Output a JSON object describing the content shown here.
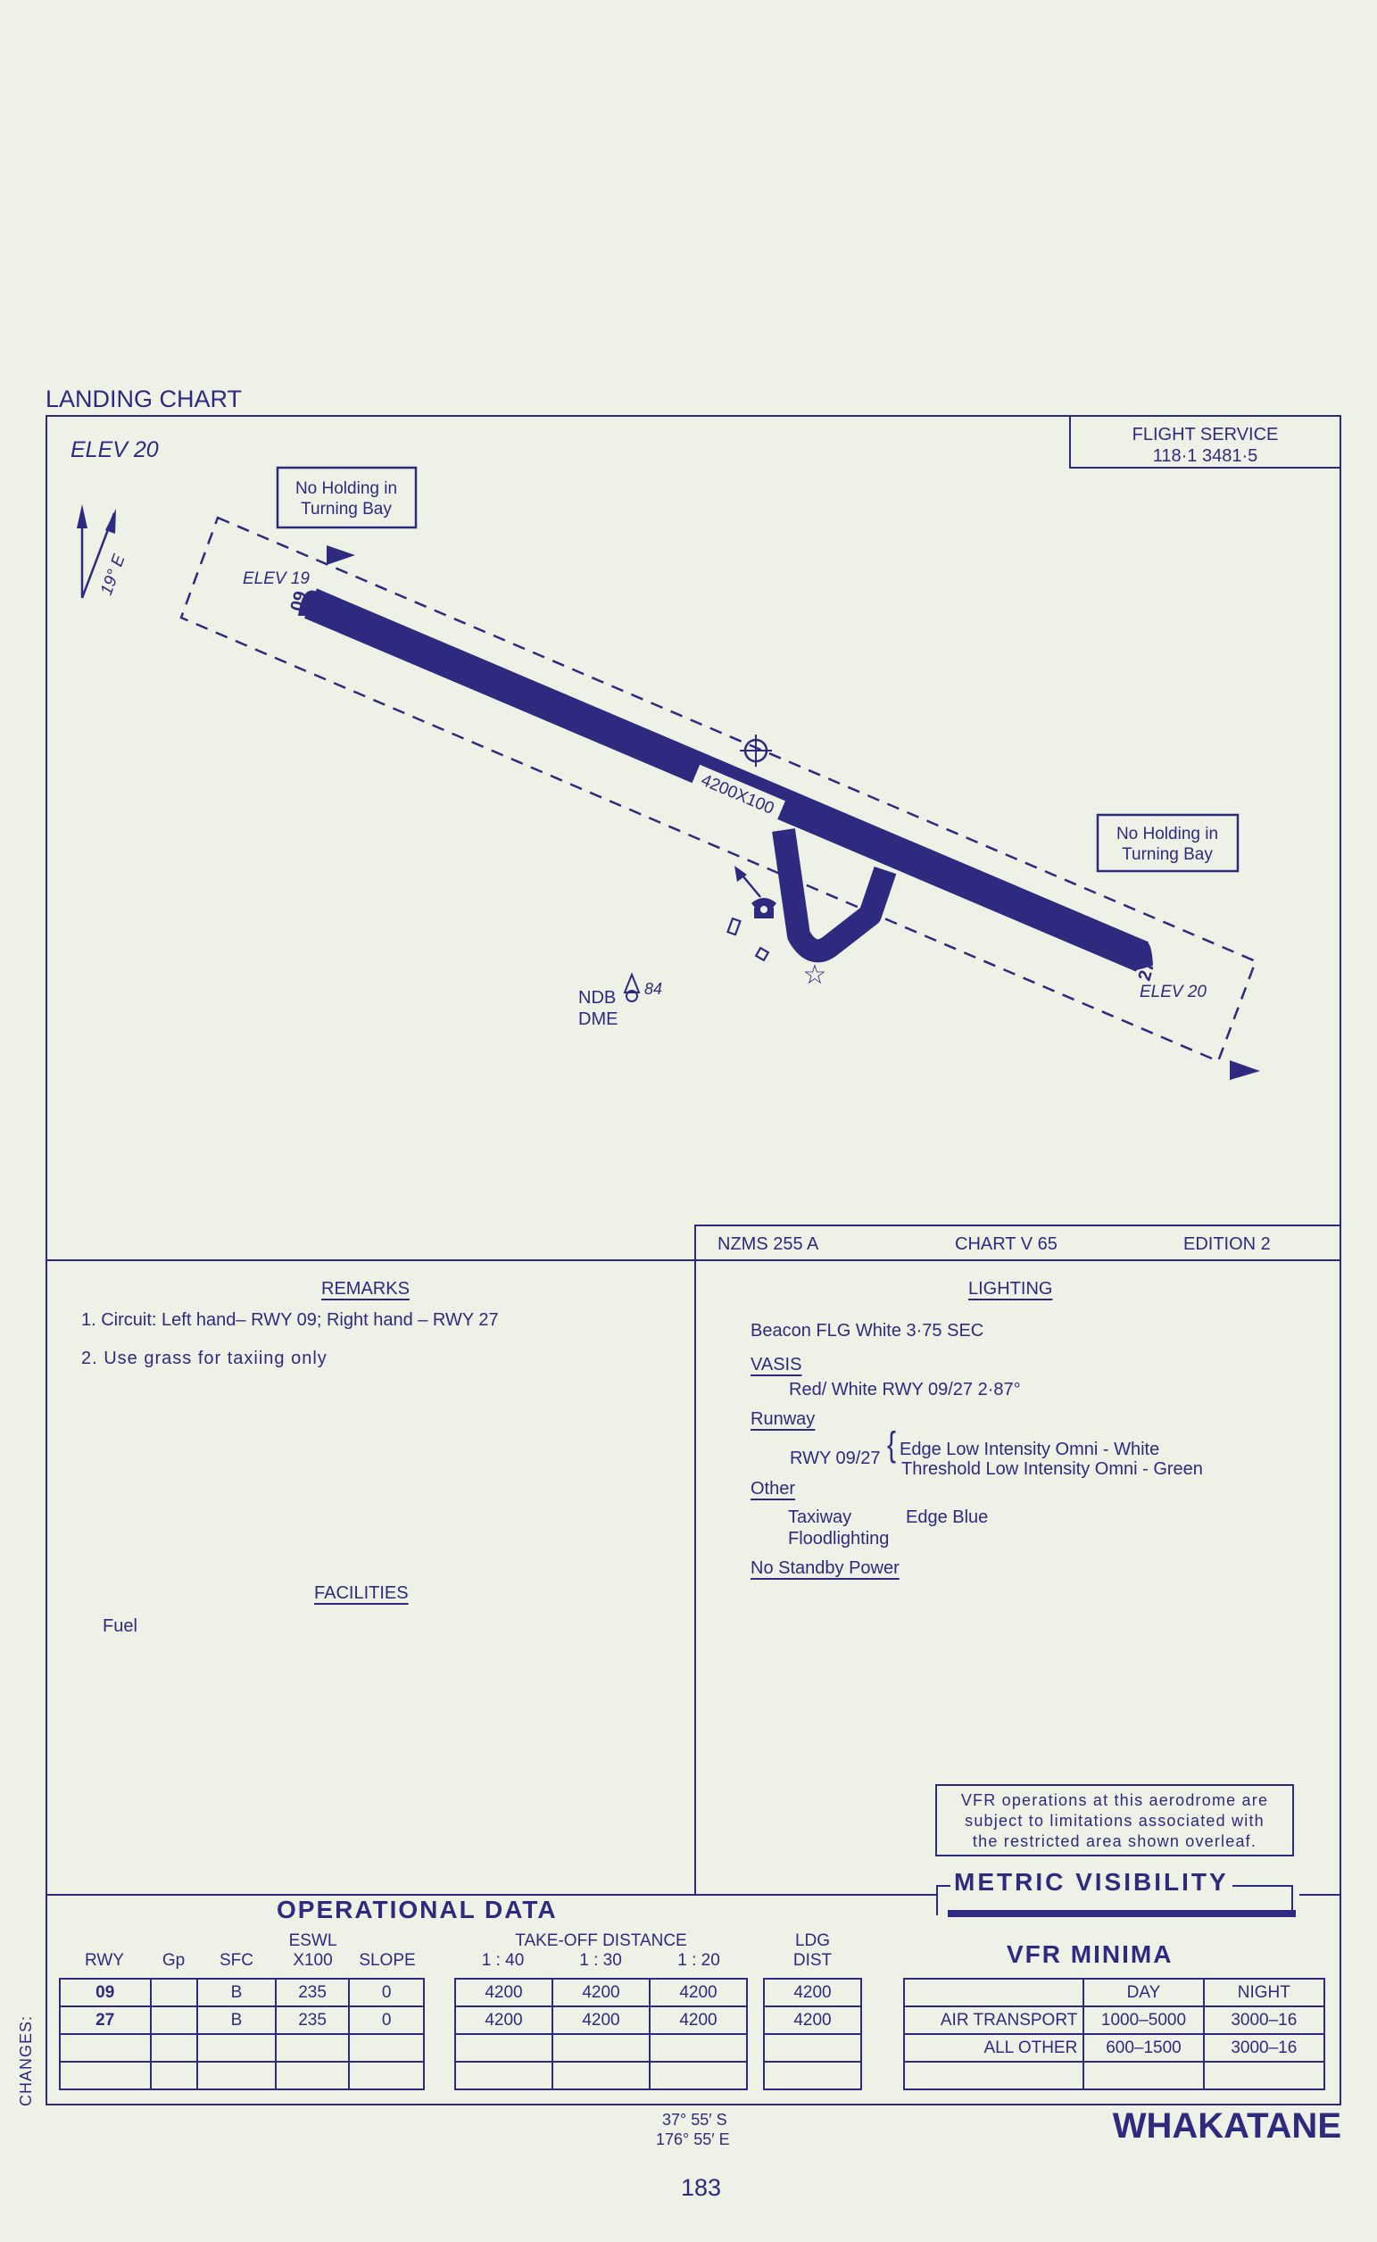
{
  "header": {
    "title": "LANDING CHART",
    "elevation": "ELEV 20"
  },
  "flight_service": {
    "label": "FLIGHT SERVICE",
    "frequencies": "118·1   3481·5"
  },
  "diagram": {
    "no_holding_1": [
      "No Holding in",
      "Turning Bay"
    ],
    "no_holding_2": [
      "No Holding in",
      "Turning Bay"
    ],
    "variation": "19° E",
    "rwy09": "09",
    "rwy27": "27",
    "elev_09": "ELEV 19",
    "elev_27": "ELEV 20",
    "runway_dims": "4200X100",
    "ndb_label": "NDB",
    "ndb_elev": "84",
    "dme_label": "DME"
  },
  "chart_info": {
    "series": "NZMS 255 A",
    "chart": "CHART V 65",
    "edition": "EDITION   2"
  },
  "remarks": {
    "title": "REMARKS",
    "items": [
      "1. Circuit: Left hand– RWY 09; Right hand – RWY 27",
      "2. Use grass for taxiing only"
    ]
  },
  "facilities": {
    "title": "FACILITIES",
    "items": [
      "Fuel"
    ]
  },
  "lighting": {
    "title": "LIGHTING",
    "beacon": "Beacon FLG White 3·75  SEC",
    "vasis_title": "VASIS",
    "vasis": "Red/ White RWY 09/27  2·87°",
    "runway_title": "Runway",
    "runway_label": "RWY 09/27",
    "runway_lines": [
      "Edge Low Intensity Omni - White",
      "Threshold Low Intensity Omni - Green"
    ],
    "other_title": "Other",
    "taxiway": "Taxiway",
    "taxiway_value": "Edge Blue",
    "floodlighting": "Floodlighting",
    "standby": "No Standby Power"
  },
  "vfr_note": [
    "VFR operations at this aerodrome are",
    "subject to limitations associated with",
    "the restricted area shown overleaf."
  ],
  "metric_visibility": "METRIC   VISIBILITY",
  "operational": {
    "title": "OPERATIONAL   DATA",
    "headers": {
      "rwy": "RWY",
      "gp": "Gp",
      "sfc": "SFC",
      "eswl": "ESWL",
      "eswl2": "X100",
      "slope": "SLOPE",
      "tod": "TAKE-OFF DISTANCE",
      "r40": "1 : 40",
      "r30": "1 : 30",
      "r20": "1 : 20",
      "ldg": "LDG",
      "ldg2": "DIST"
    },
    "rows": [
      {
        "rwy": "09",
        "gp": "",
        "sfc": "B",
        "eswl": "235",
        "slope": "0",
        "tod40": "4200",
        "tod30": "4200",
        "tod20": "4200",
        "ldg": "4200"
      },
      {
        "rwy": "27",
        "gp": "",
        "sfc": "B",
        "eswl": "235",
        "slope": "0",
        "tod40": "4200",
        "tod30": "4200",
        "tod20": "4200",
        "ldg": "4200"
      }
    ]
  },
  "vfr_minima": {
    "title": "VFR   MINIMA",
    "day": "DAY",
    "night": "NIGHT",
    "rows": [
      {
        "label": "AIR TRANSPORT",
        "day": "1000–5000",
        "night": "3000–16"
      },
      {
        "label": "ALL OTHER",
        "day": "600–1500",
        "night": "3000–16"
      }
    ]
  },
  "changes_label": "CHANGES:",
  "coordinates": [
    "37° 55′ S",
    "176° 55′ E"
  ],
  "aerodrome": "WHAKATANE",
  "page_number": "183",
  "colors": {
    "ink": "#2e2a80",
    "paper": "#eef1e6"
  }
}
